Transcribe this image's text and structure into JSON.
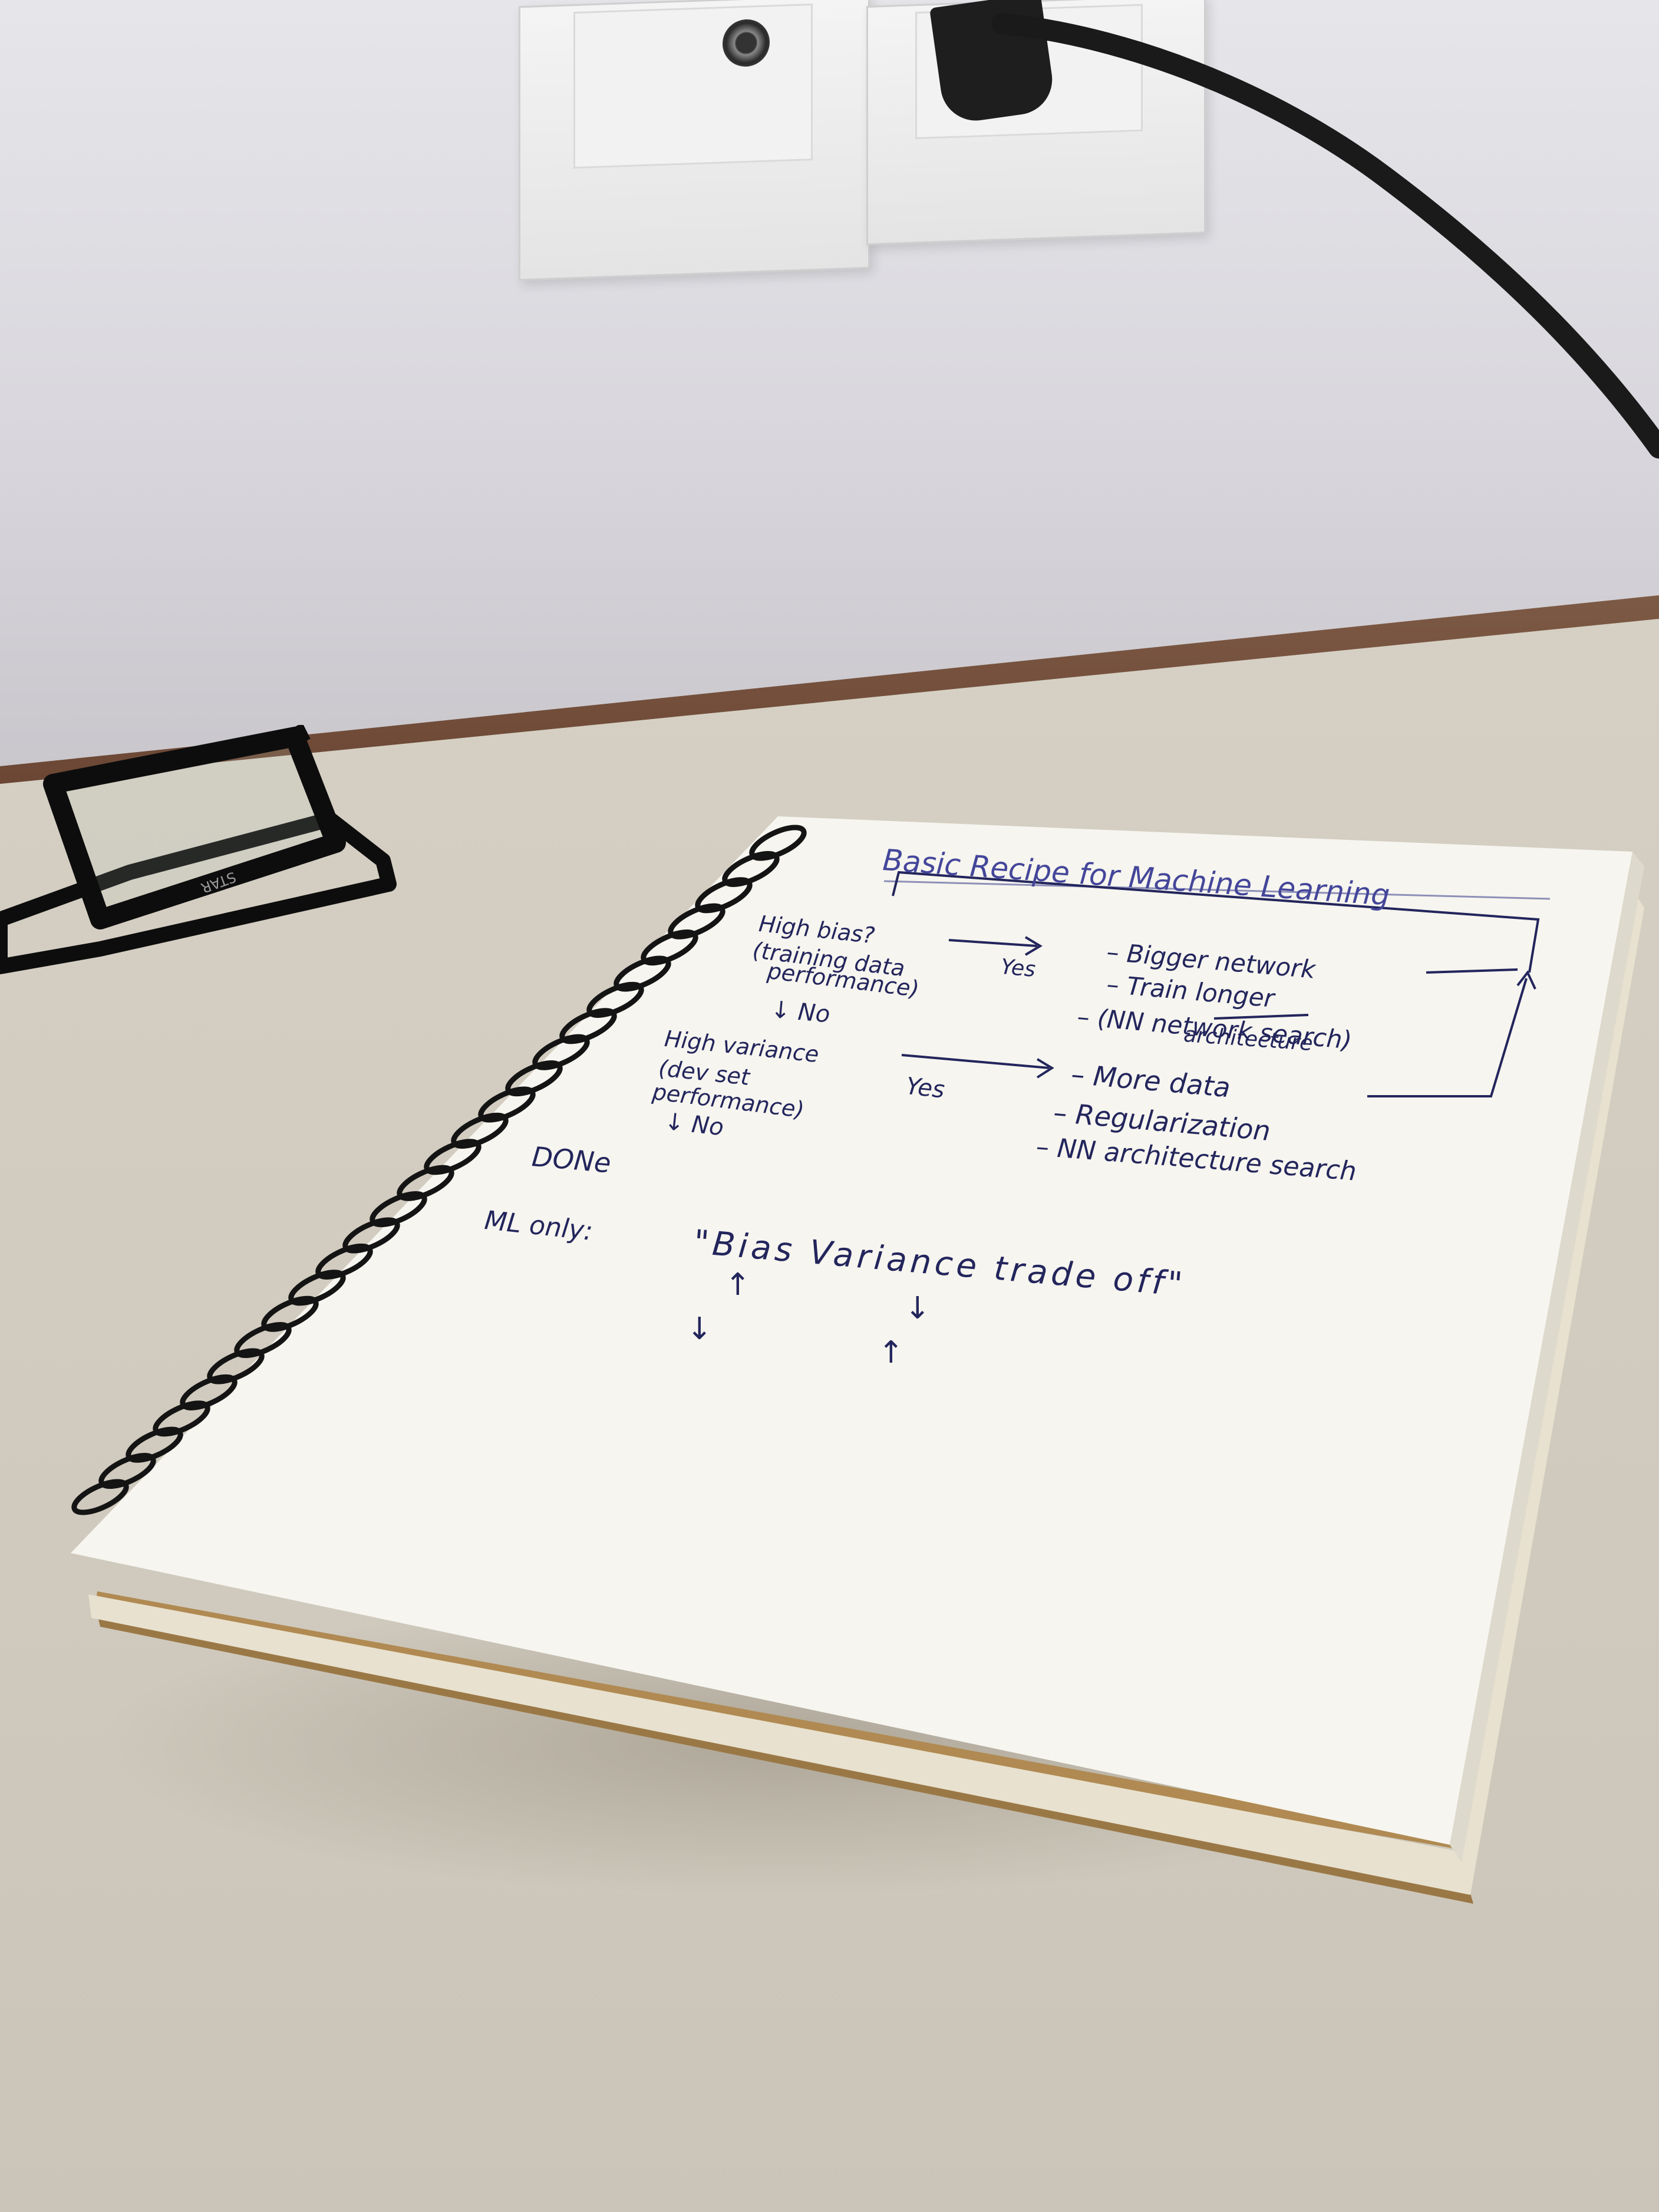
{
  "notebook": {
    "title": "Basic Recipe for Machine Learning",
    "step1": {
      "line1": "High bias?",
      "line2": "(training data",
      "line3": "performance)",
      "no_label": "↓ No",
      "yes_label": "Yes"
    },
    "remedies1": {
      "item1": "– Bigger network",
      "item2": "– Train longer",
      "item3": "– (NN network search)",
      "item3_sub": "architecture"
    },
    "step2": {
      "line1": "High variance",
      "line2": "(dev set",
      "line3": "performance)",
      "no_label": "↓ No",
      "yes_label": "Yes"
    },
    "remedies2": {
      "item1": "– More data",
      "item2": "– Regularization",
      "item3": "– NN architecture search"
    },
    "done_label": "DONe",
    "ml_only_label": "ML only:",
    "tradeoff_label": "\"Bias Variance trade off\""
  },
  "glasses": {
    "brand": "STAR"
  }
}
